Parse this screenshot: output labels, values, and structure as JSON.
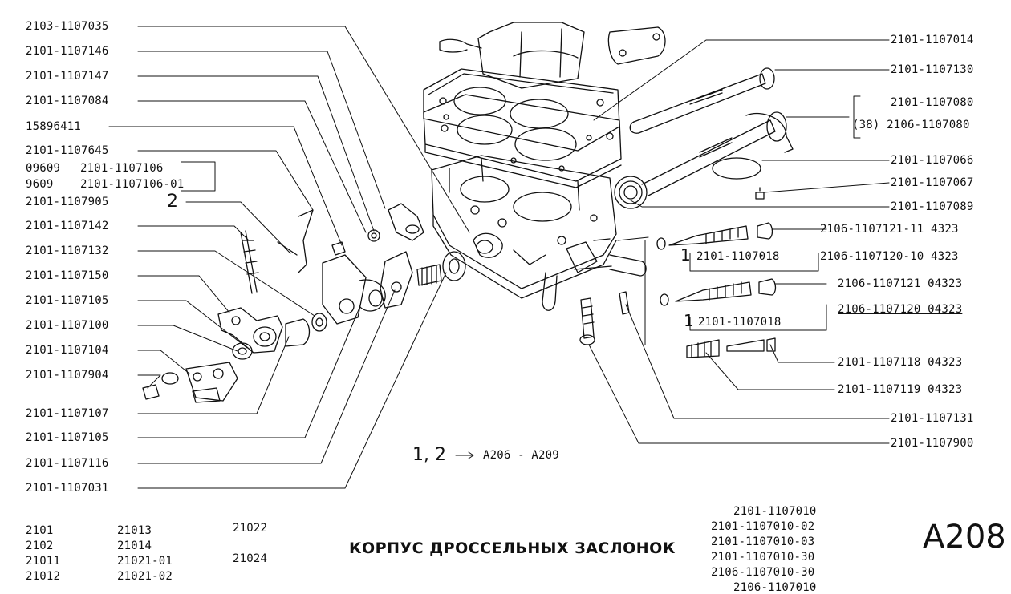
{
  "title": "КОРПУС ДРОССЕЛЬНЫХ ЗАСЛОНОК",
  "page_code": "A208",
  "note": {
    "marker": "1, 2",
    "range": "A206 - A209"
  },
  "callout_2": "2",
  "callout_1a": "1",
  "callout_1b": "1",
  "left_parts": [
    "2103-1107035",
    "2101-1107146",
    "2101-1107147",
    "2101-1107084",
    "15896411",
    "2101-1107645",
    "2101-1107905",
    "2101-1107142",
    "2101-1107132",
    "2101-1107150",
    "2101-1107105",
    "2101-1107100",
    "2101-1107104",
    "2101-1107904",
    "2101-1107107",
    "2101-1107105",
    "2101-1107116",
    "2101-1107031"
  ],
  "alt_group": [
    {
      "prefix": "09609",
      "part": "2101-1107106"
    },
    {
      "prefix": "9609",
      "part": "2101-1107106-01"
    }
  ],
  "right_parts": [
    "2101-1107014",
    "2101-1107130",
    "2101-1107080",
    "(38) 2106-1107080",
    "2101-1107066",
    "2101-1107067",
    "2101-1107089",
    "2106-1107121-11 4323",
    "2106-1107121 04323",
    "2101-1107118 04323",
    "2101-1107119 04323",
    "2101-1107131",
    "2101-1107900"
  ],
  "mid_parts": {
    "p1": "2101-1107018",
    "p2": "2106-1107120-10 4323",
    "p3": "2101-1107018",
    "p4": "2106-1107120 04323"
  },
  "models": {
    "col1": [
      "2101",
      "2102",
      "21011",
      "21012"
    ],
    "col2": [
      "21013",
      "21014",
      "21021-01",
      "21021-02"
    ],
    "col3": [
      "21022",
      "",
      "21024",
      ""
    ]
  },
  "assemblies": [
    "2101-1107010",
    "2101-1107010-02",
    "2101-1107010-03",
    "2101-1107010-30",
    "2106-1107010-30",
    "2106-1107010"
  ]
}
